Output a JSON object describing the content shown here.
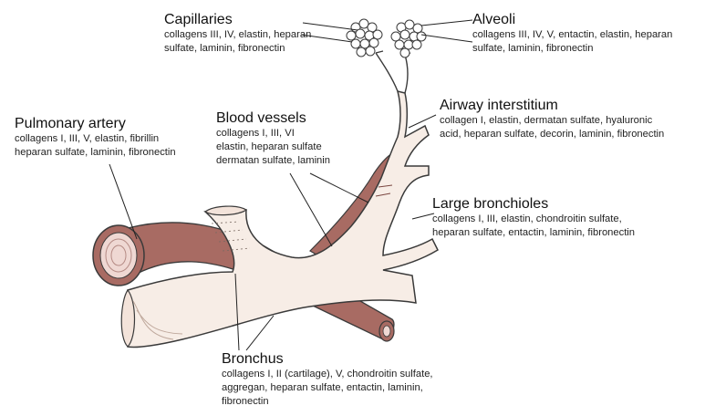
{
  "labels": {
    "capillaries": {
      "title": "Capillaries",
      "lines": [
        "collagens III, IV, elastin, heparan",
        "sulfate, laminin, fibronectin"
      ]
    },
    "alveoli": {
      "title": "Alveoli",
      "lines": [
        "collagens III, IV, V, entactin, elastin, heparan",
        "sulfate, laminin, fibronectin"
      ]
    },
    "airway_interstitium": {
      "title": "Airway interstitium",
      "lines": [
        "collagen I, elastin, dermatan sulfate, hyaluronic",
        "acid, heparan sulfate, decorin, laminin, fibronectin"
      ]
    },
    "pulmonary_artery": {
      "title": "Pulmonary artery",
      "lines": [
        "collagens I, III, V,  elastin, fibrillin",
        "heparan sulfate, laminin, fibronectin"
      ]
    },
    "blood_vessels": {
      "title": "Blood vessels",
      "lines": [
        "collagens I, III, VI",
        "elastin, heparan sulfate",
        "dermatan sulfate, laminin"
      ]
    },
    "large_bronchioles": {
      "title": "Large bronchioles",
      "lines": [
        "collagens I, III, elastin, chondroitin sulfate,",
        "heparan sulfate, entactin, laminin, fibronectin"
      ]
    },
    "bronchus": {
      "title": "Bronchus",
      "lines": [
        "collagens I, II (cartilage), V, chondroitin sulfate,",
        "aggregan, heparan sulfate, entactin, laminin,",
        "fibronectin"
      ]
    }
  },
  "colors": {
    "airway": "#f7ede6",
    "vessel": "#a86b63",
    "vessel_dark": "#7a4640",
    "outline": "#3a3a3a"
  },
  "icons": [
    "alveoli-cluster-icon",
    "capillary-network-icon"
  ]
}
